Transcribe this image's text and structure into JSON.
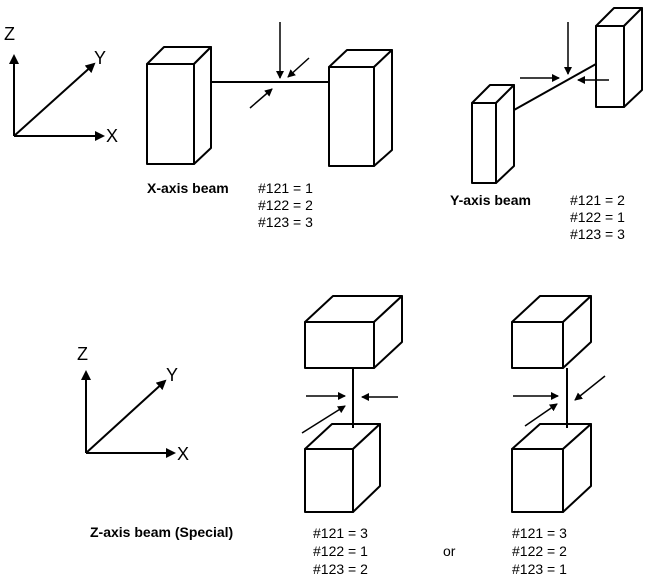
{
  "axes_1": {
    "z": "Z",
    "y": "Y",
    "x": "X"
  },
  "axes_2": {
    "z": "Z",
    "y": "Y",
    "x": "X"
  },
  "x_beam": {
    "title": "X-axis beam",
    "params": [
      "#121 = 1",
      "#122 = 2",
      "#123 = 3"
    ]
  },
  "y_beam": {
    "title": "Y-axis beam",
    "params": [
      "#121 = 2",
      "#122 = 1",
      "#123 = 3"
    ]
  },
  "z_beam": {
    "title": "Z-axis beam (Special)",
    "option_a": [
      "#121 = 3",
      "#122 = 1",
      "#123 = 2"
    ],
    "or_label": "or",
    "option_b": [
      "#121 = 3",
      "#122 = 2",
      "#123 = 1"
    ]
  },
  "colors": {
    "stroke": "#000000",
    "background": "#ffffff"
  }
}
